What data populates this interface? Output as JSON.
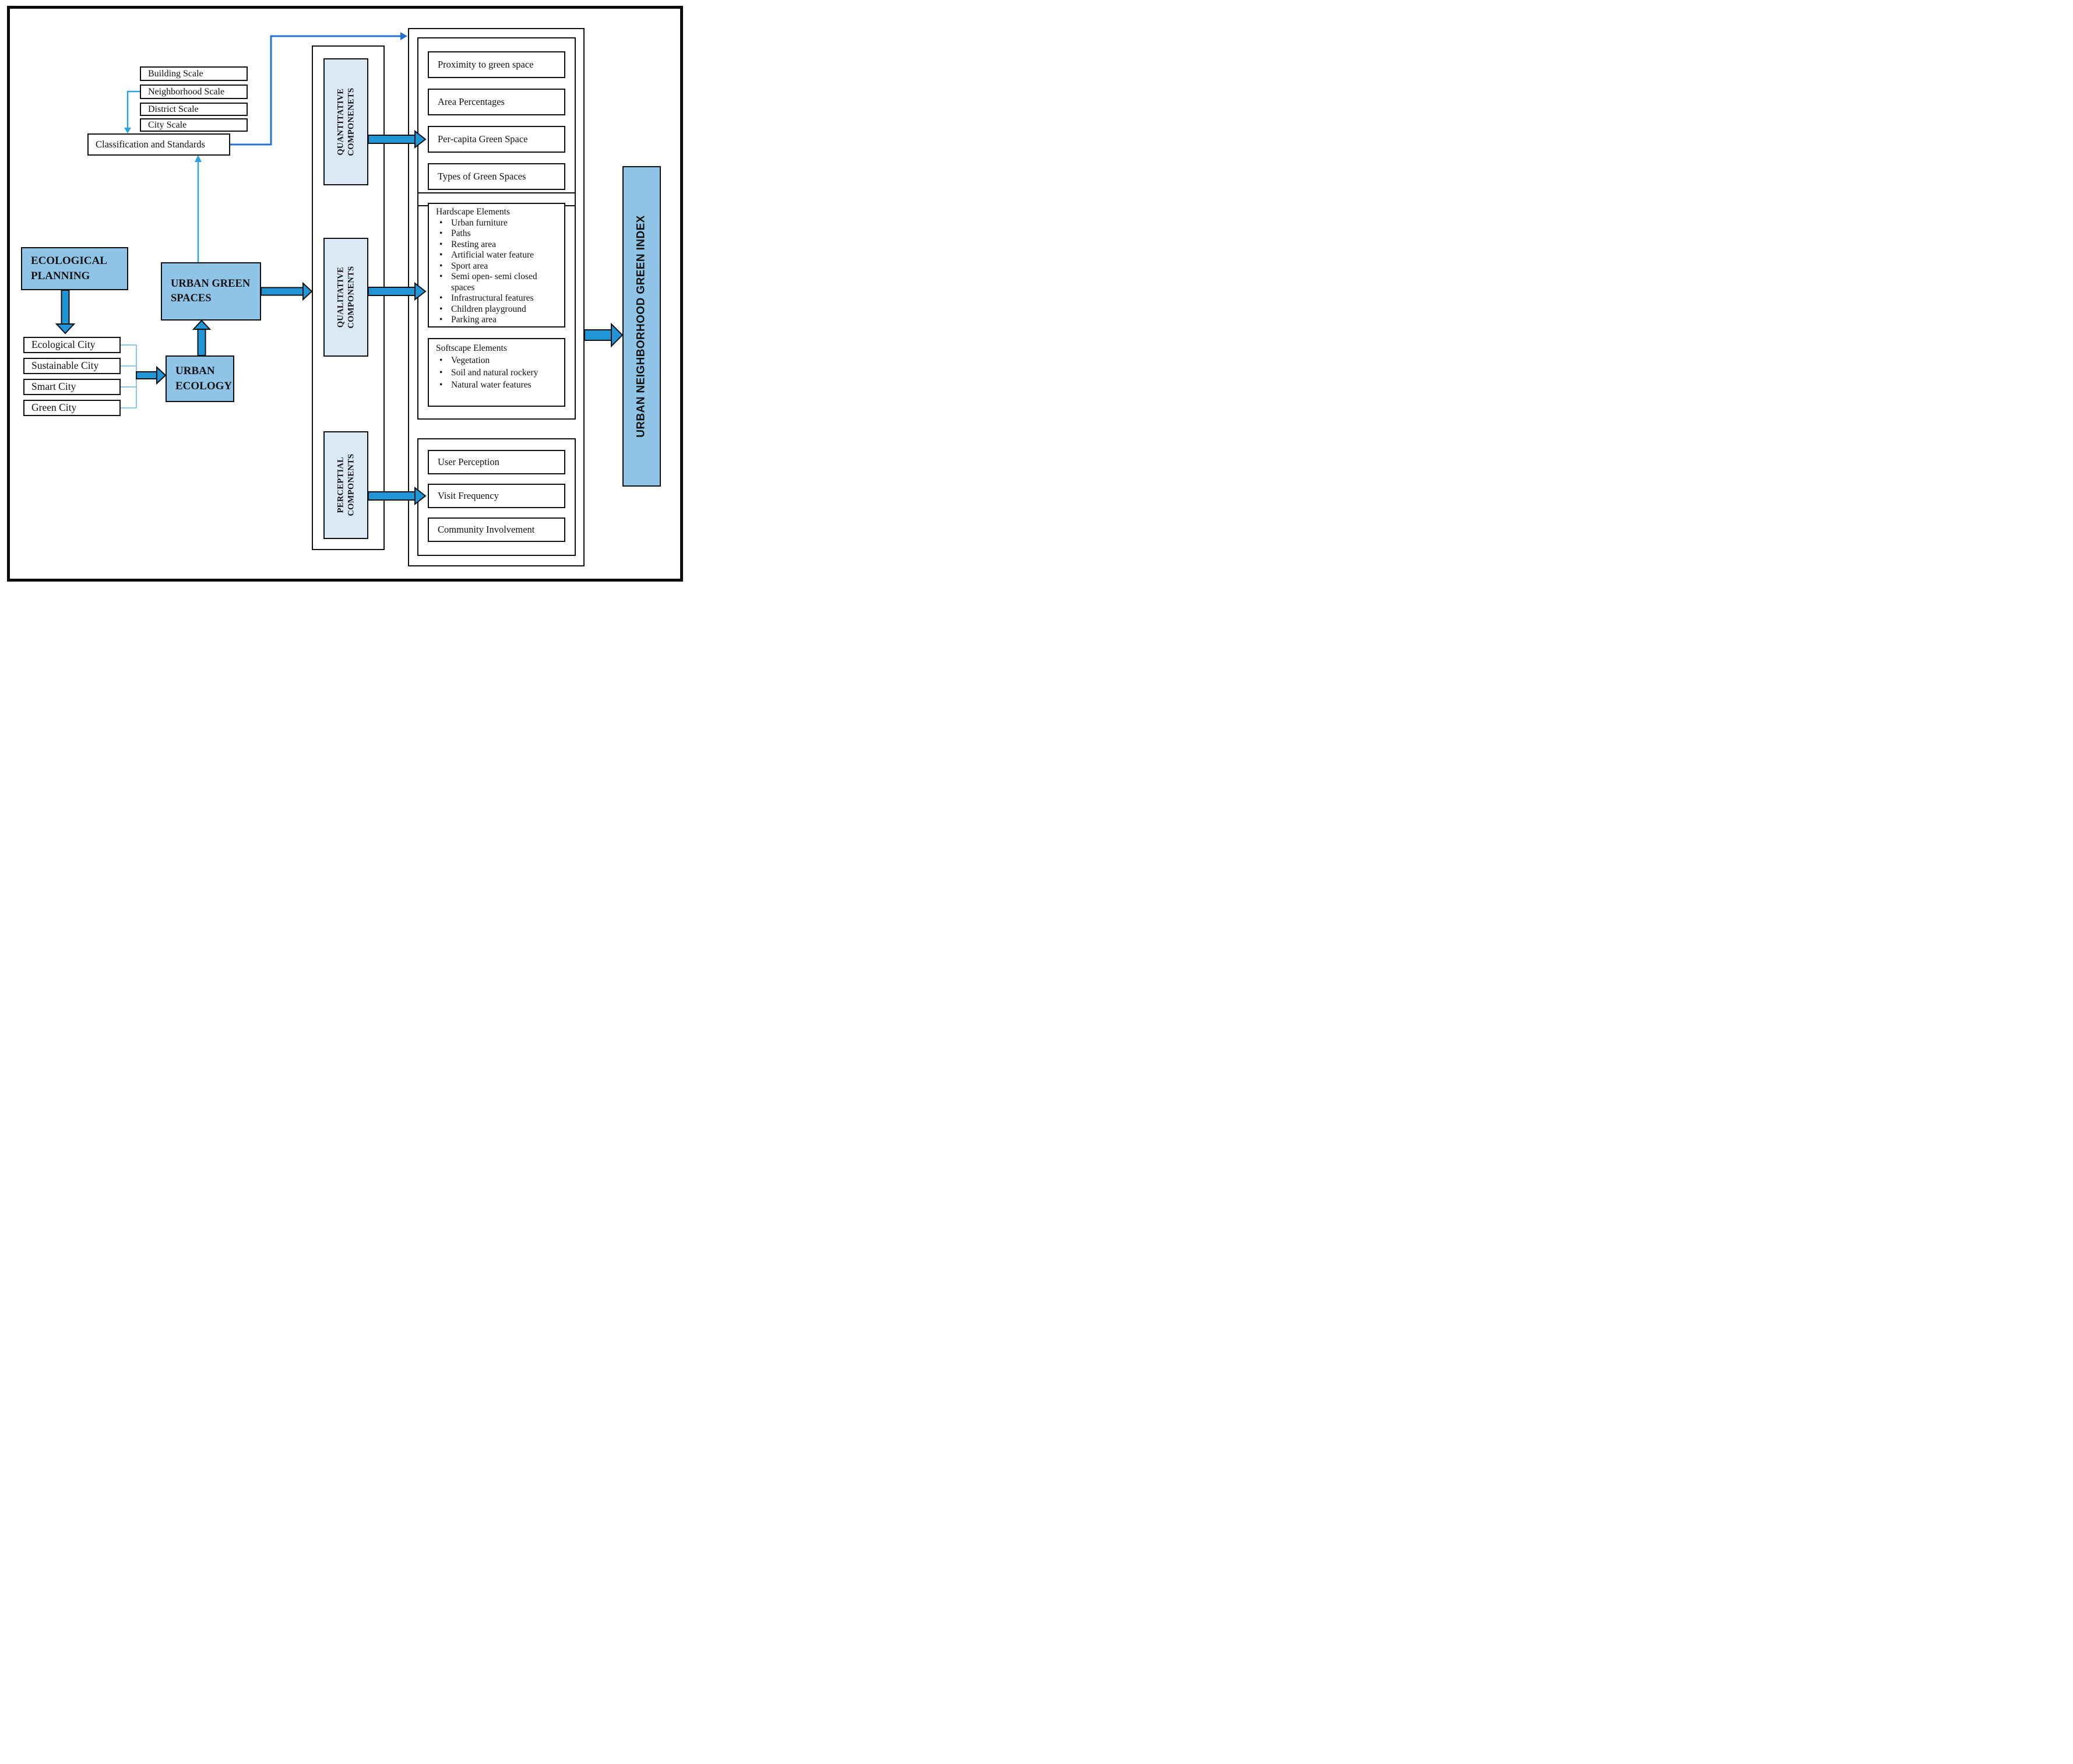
{
  "diagram": {
    "scales": {
      "building": "Building Scale",
      "neighborhood": "Neighborhood Scale",
      "district": "District Scale",
      "city": "City Scale"
    },
    "classification": "Classification and Standards",
    "left_flow": {
      "ecological_planning": "ECOLOGICAL PLANNING",
      "cities": [
        "Ecological City",
        "Sustainable City",
        "Smart City",
        "Green City"
      ],
      "urban_ecology": "URBAN ECOLOGY",
      "urban_green_spaces": "URBAN GREEN SPACES"
    },
    "components": {
      "quantitative": {
        "label": "QUANTITATIVE\nCOMPONENETS",
        "items": [
          "Proximity to green space",
          "Area Percentages",
          "Per-capita Green Space",
          "Types of Green Spaces"
        ]
      },
      "qualitative": {
        "label": "QUALITATIVE\nCOMPONENTS",
        "hardscape": {
          "title": "Hardscape Elements",
          "items": [
            "Urban furniture",
            "Paths",
            "Resting area",
            "Artificial water feature",
            "Sport area",
            "Semi open- semi closed spaces",
            "Infrastructural features",
            "Children playground",
            "Parking area"
          ]
        },
        "softscape": {
          "title": "Softscape Elements",
          "items": [
            "Vegetation",
            "Soil and natural rockery",
            "Natural water features"
          ]
        }
      },
      "perceptual": {
        "label": "PERCEPTIAL\nCOMPONENTS",
        "items": [
          "User Perception",
          "Visit Frequency",
          "Community Involvement"
        ]
      }
    },
    "index_label": "URBAN NEIGHBORHOOD GREEN INDEX",
    "colors": {
      "node_blue": "#8FC4E6",
      "label_light_blue": "#DBE9F6",
      "arrow_fill": "#2196D6",
      "thin_arrow_blue": "#2AA3DF",
      "elbow_dark_blue": "#2671D0",
      "bracket_blue": "#7CC0E8",
      "border_black": "#111111"
    }
  }
}
